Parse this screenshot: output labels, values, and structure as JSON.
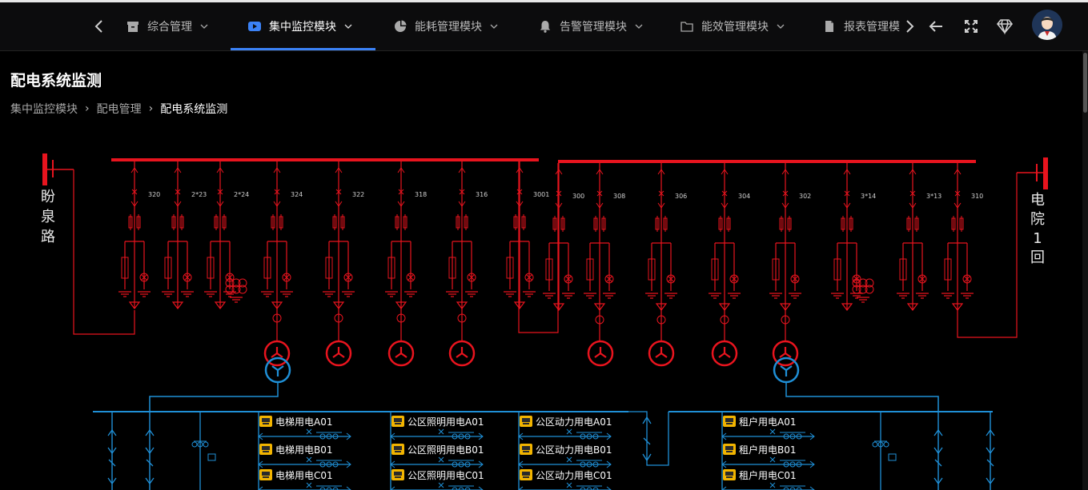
{
  "nav": {
    "items": [
      {
        "label": "综合管理",
        "icon": "archive-icon"
      },
      {
        "label": "集中监控模块",
        "icon": "video-icon",
        "active": true
      },
      {
        "label": "能耗管理模块",
        "icon": "pie-chart-icon"
      },
      {
        "label": "告警管理模块",
        "icon": "bell-icon"
      },
      {
        "label": "能效管理模块",
        "icon": "folder-icon"
      },
      {
        "label": "报表管理模",
        "icon": "document-icon"
      }
    ],
    "accent": "#3b82f6"
  },
  "page": {
    "title": "配电系统监测",
    "breadcrumb": [
      "集中监控模块",
      "配电管理",
      "配电系统监测"
    ]
  },
  "diagram": {
    "colors": {
      "hv": "#e8141e",
      "lv": "#1f8fd6",
      "meter": "#f2b400"
    },
    "left_source": [
      "盼",
      "泉",
      "路"
    ],
    "right_source": [
      "电",
      "院",
      "1",
      "回"
    ],
    "feeders": [
      "320",
      "2*23",
      "2*24",
      "324",
      "322",
      "318",
      "316",
      "3001",
      "300",
      "308",
      "306",
      "304",
      "302",
      "3*14",
      "3*13",
      "310"
    ],
    "meters": [
      [
        "电梯用电A01",
        "电梯用电B01",
        "电梯用电C01"
      ],
      [
        "公区照明用电A01",
        "公区照明用电B01",
        "公区照明用电C01"
      ],
      [
        "公区动力用电A01",
        "公区动力用电B01",
        "公区动力用电C01"
      ],
      [
        "租户用电A01",
        "租户用电B01",
        "租户用电C01"
      ]
    ]
  }
}
